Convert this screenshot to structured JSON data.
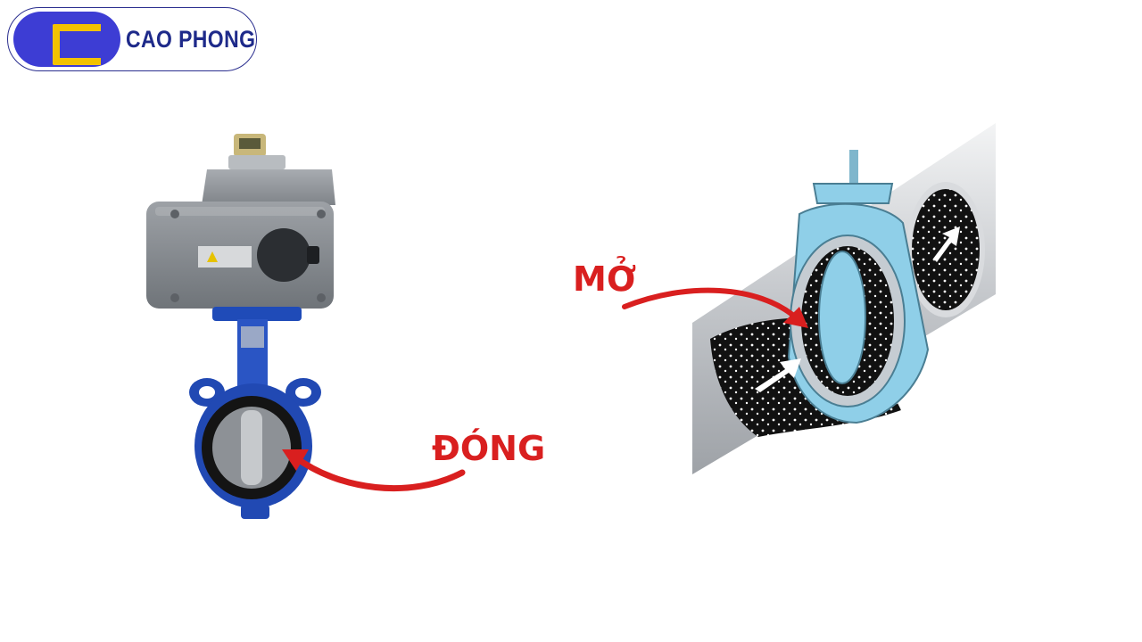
{
  "brand": {
    "name": "CAO PHONG",
    "mark_color": "#3d3dd4",
    "mark_accent": "#f2c200",
    "text_color": "#1e2a8a"
  },
  "labels": {
    "closed": "ĐÓNG",
    "open": "MỞ"
  },
  "colors": {
    "label": "#d91f1f",
    "valve_body": "#2149b3",
    "actuator": "#8c9196",
    "pipe": "#c9ccd0",
    "valve_illustration": "#8fcfe8"
  },
  "icons": {
    "logo_mark": "c-letter-logo",
    "closed_arrow": "curved-arrow",
    "open_arrow": "curved-arrow",
    "flow_arrows": "white-flow-arrow"
  }
}
